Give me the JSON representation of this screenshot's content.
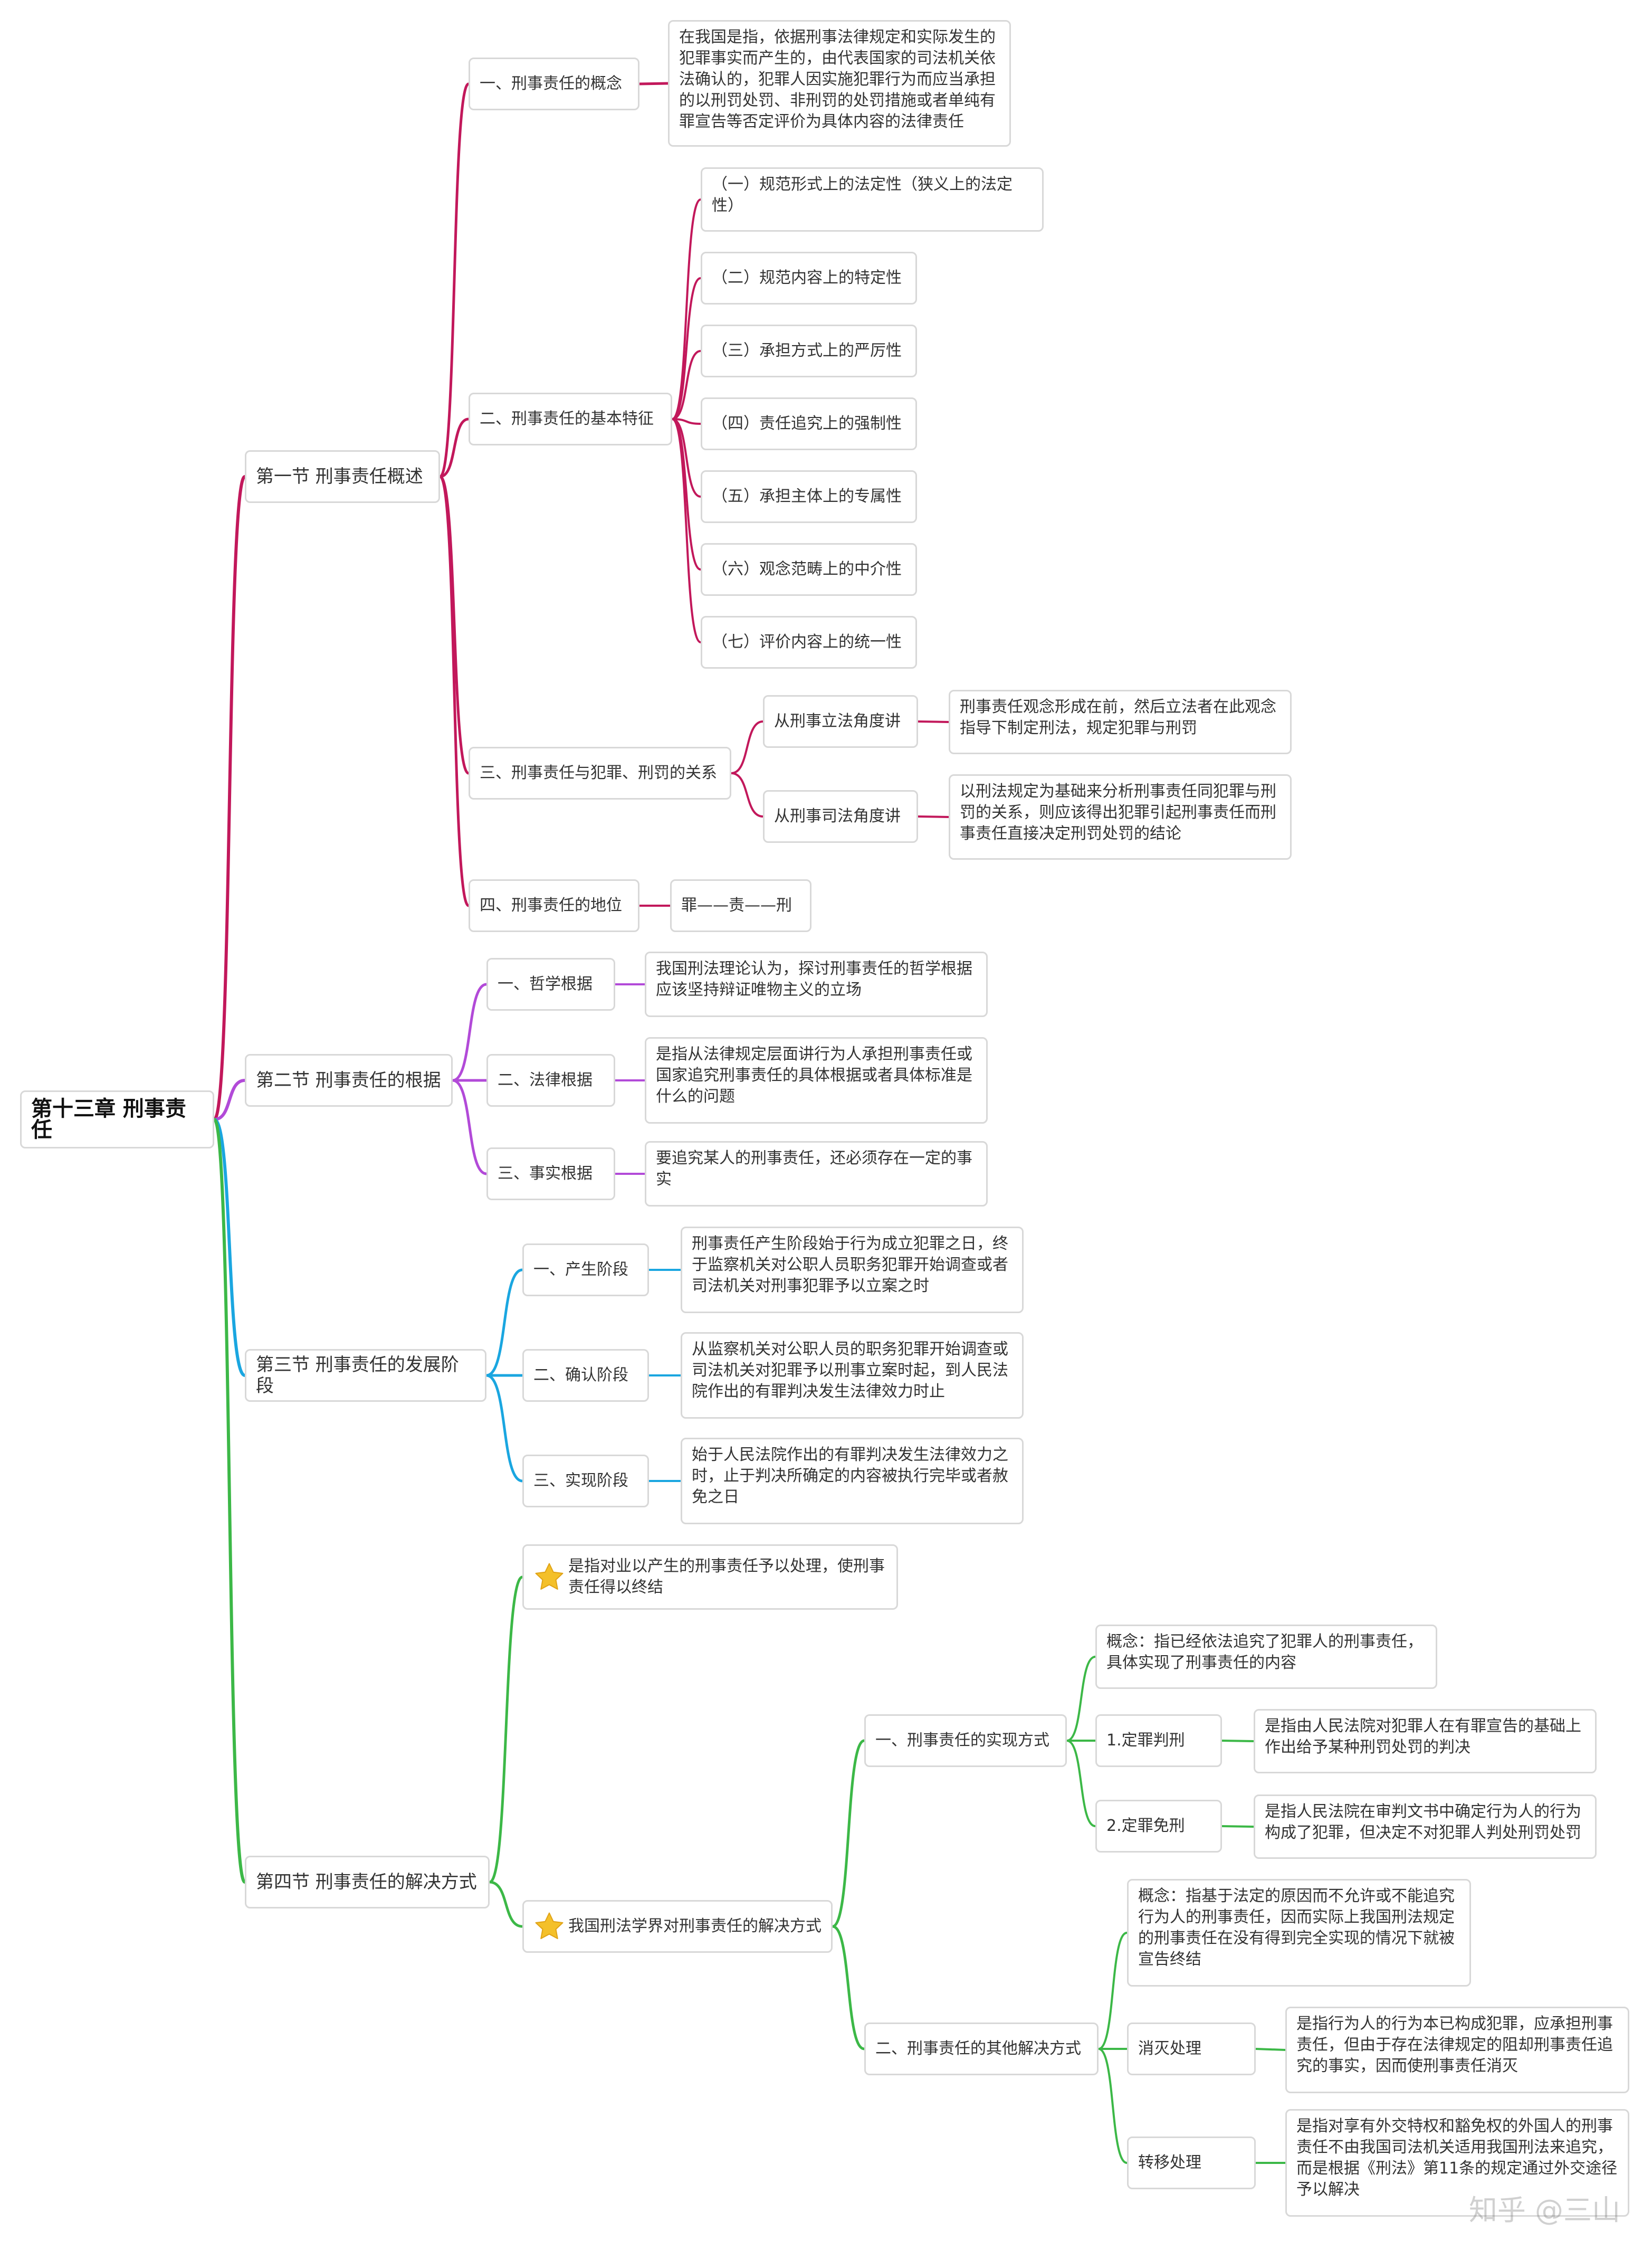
{
  "colors": {
    "sec1": "#c2185b",
    "sec2": "#b24ad8",
    "sec3": "#1aa6e0",
    "sec4": "#3cb847",
    "node_border": "#d8d8d8",
    "star": "#f4c02a"
  },
  "root": "第十三章 刑事责任",
  "s1": {
    "title": "第一节 刑事责任概述",
    "c1": {
      "label": "一、刑事责任的概念",
      "desc": "在我国是指，依据刑事法律规定和实际发生的犯罪事实而产生的，由代表国家的司法机关依法确认的，犯罪人因实施犯罪行为而应当承担的以刑罚处罚、非刑罚的处罚措施或者单纯有罪宣告等否定评价为具体内容的法律责任"
    },
    "c2": {
      "label": "二、刑事责任的基本特征",
      "items": [
        "（一）规范形式上的法定性（狭义上的法定性）",
        "（二）规范内容上的特定性",
        "（三）承担方式上的严厉性",
        "（四）责任追究上的强制性",
        "（五）承担主体上的专属性",
        "（六）观念范畴上的中介性",
        "（七）评价内容上的统一性"
      ]
    },
    "c3": {
      "label": "三、刑事责任与犯罪、刑罚的关系",
      "a": {
        "label": "从刑事立法角度讲",
        "desc": "刑事责任观念形成在前，然后立法者在此观念指导下制定刑法，规定犯罪与刑罚"
      },
      "b": {
        "label": "从刑事司法角度讲",
        "desc": "以刑法规定为基础来分析刑事责任同犯罪与刑罚的关系，则应该得出犯罪引起刑事责任而刑事责任直接决定刑罚处罚的结论"
      }
    },
    "c4": {
      "label": "四、刑事责任的地位",
      "desc": "罪——责——刑"
    }
  },
  "s2": {
    "title": "第二节 刑事责任的根据",
    "c1": {
      "label": "一、哲学根据",
      "desc": "我国刑法理论认为，探讨刑事责任的哲学根据应该坚持辩证唯物主义的立场"
    },
    "c2": {
      "label": "二、法律根据",
      "desc": "是指从法律规定层面讲行为人承担刑事责任或国家追究刑事责任的具体根据或者具体标准是什么的问题"
    },
    "c3": {
      "label": "三、事实根据",
      "desc": "要追究某人的刑事责任，还必须存在一定的事实"
    }
  },
  "s3": {
    "title": "第三节 刑事责任的发展阶段",
    "c1": {
      "label": "一、产生阶段",
      "desc": "刑事责任产生阶段始于行为成立犯罪之日，终于监察机关对公职人员职务犯罪开始调查或者司法机关对刑事犯罪予以立案之时"
    },
    "c2": {
      "label": "二、确认阶段",
      "desc": "从监察机关对公职人员的职务犯罪开始调查或司法机关对犯罪予以刑事立案时起，到人民法院作出的有罪判决发生法律效力时止"
    },
    "c3": {
      "label": "三、实现阶段",
      "desc": "始于人民法院作出的有罪判决发生法律效力之时，止于判决所确定的内容被执行完毕或者赦免之日"
    }
  },
  "s4": {
    "title": "第四节 刑事责任的解决方式",
    "def": "是指对业以产生的刑事责任予以处理，使刑事责任得以终结",
    "ways": {
      "label": "我国刑法学界对刑事责任的解决方式",
      "w1": {
        "label": "一、刑事责任的实现方式",
        "concept": "概念：指已经依法追究了犯罪人的刑事责任，具体实现了刑事责任的内容",
        "a": {
          "label": "1.定罪判刑",
          "desc": "是指由人民法院对犯罪人在有罪宣告的基础上作出给予某种刑罚处罚的判决"
        },
        "b": {
          "label": "2.定罪免刑",
          "desc": "是指人民法院在审判文书中确定行为人的行为构成了犯罪，但决定不对犯罪人判处刑罚处罚"
        }
      },
      "w2": {
        "label": "二、刑事责任的其他解决方式",
        "concept": "概念：指基于法定的原因而不允许或不能追究行为人的刑事责任，因而实际上我国刑法规定的刑事责任在没有得到完全实现的情况下就被宣告终结",
        "a": {
          "label": "消灭处理",
          "desc": "是指行为人的行为本已构成犯罪，应承担刑事责任，但由于存在法律规定的阻却刑事责任追究的事实，因而使刑事责任消灭"
        },
        "b": {
          "label": "转移处理",
          "desc": "是指对享有外交特权和豁免权的外国人的刑事责任不由我国司法机关适用我国刑法来追究，而是根据《刑法》第11条的规定通过外交途径予以解决"
        }
      }
    }
  },
  "watermark": "知乎 @三山"
}
